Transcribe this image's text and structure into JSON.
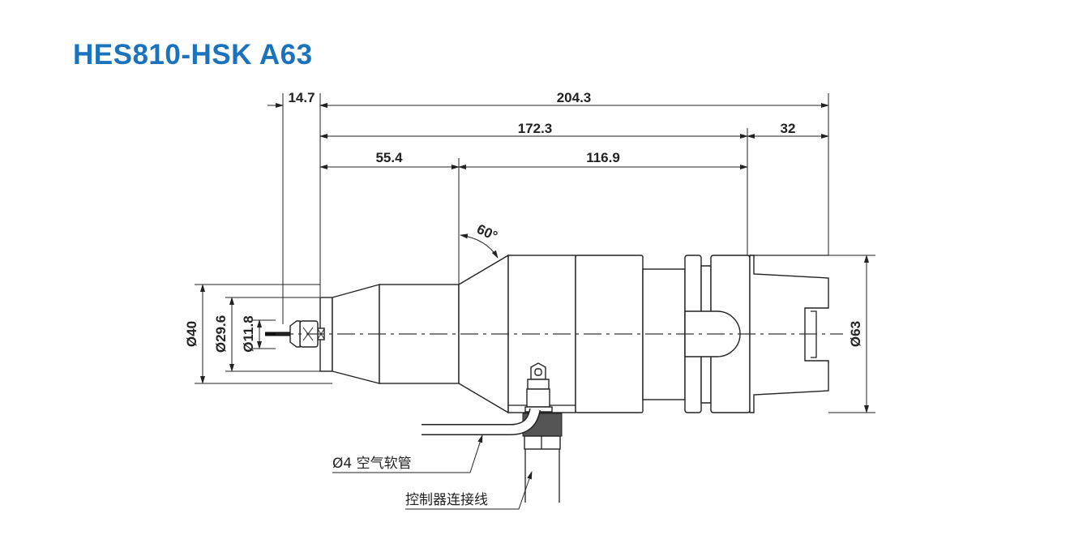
{
  "title": "HES810-HSK A63",
  "dimensions": {
    "d14_7": "14.7",
    "d204_3": "204.3",
    "d172_3": "172.3",
    "d32": "32",
    "d55_4": "55.4",
    "d116_9": "116.9",
    "angle": "60°",
    "dia40": "Ø40",
    "dia29_6": "Ø29.6",
    "dia11_8": "Ø11.8",
    "dia63": "Ø63"
  },
  "labels": {
    "air_hose": "Ø4 空气软管",
    "controller_cable": "控制器连接线"
  },
  "colors": {
    "title": "#1b72bd",
    "line": "#222222"
  }
}
